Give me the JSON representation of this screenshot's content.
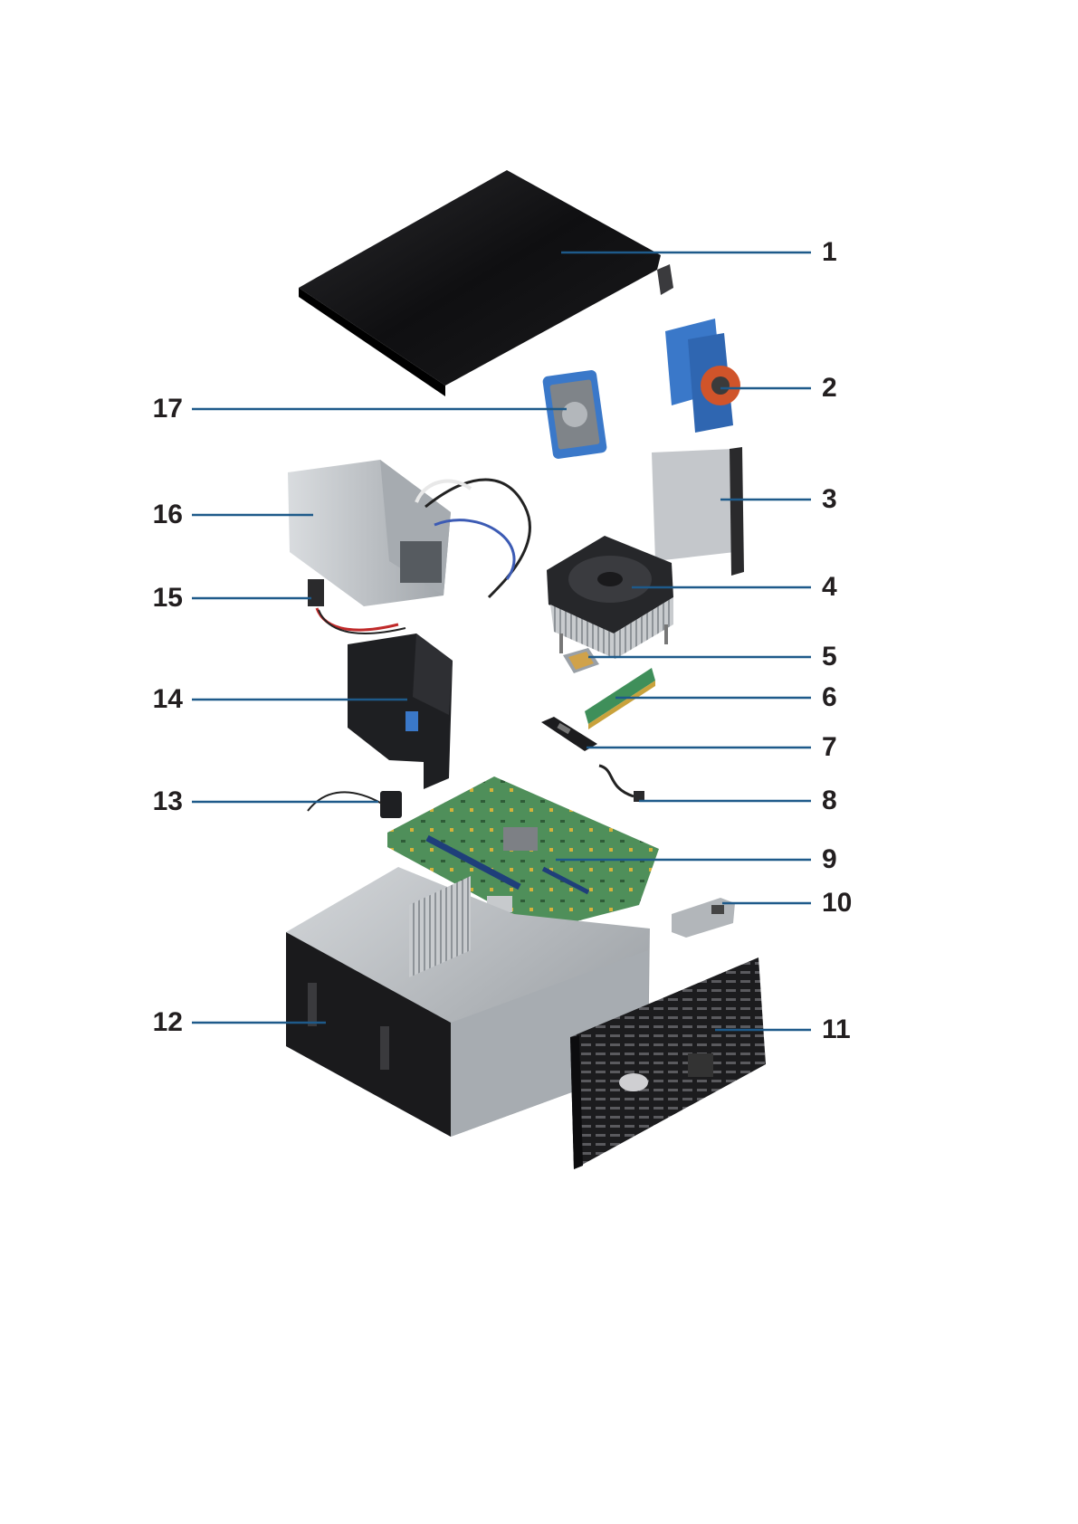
{
  "diagram": {
    "callouts": [
      {
        "id": 1,
        "label": "1"
      },
      {
        "id": 2,
        "label": "2"
      },
      {
        "id": 3,
        "label": "3"
      },
      {
        "id": 4,
        "label": "4"
      },
      {
        "id": 5,
        "label": "5"
      },
      {
        "id": 6,
        "label": "6"
      },
      {
        "id": 7,
        "label": "7"
      },
      {
        "id": 8,
        "label": "8"
      },
      {
        "id": 9,
        "label": "9"
      },
      {
        "id": 10,
        "label": "10"
      },
      {
        "id": 11,
        "label": "11"
      },
      {
        "id": 12,
        "label": "12"
      },
      {
        "id": 13,
        "label": "13"
      },
      {
        "id": 14,
        "label": "14"
      },
      {
        "id": 15,
        "label": "15"
      },
      {
        "id": 16,
        "label": "16"
      },
      {
        "id": 17,
        "label": "17"
      }
    ],
    "colors": {
      "leader_line": "#1e5a8a",
      "label_text": "#231f20",
      "caddy_blue": "#3a78c9",
      "board_green": "#4f8f5a",
      "chassis_gray": "#b9bdc2",
      "black_panel": "#1c1c1e"
    }
  }
}
